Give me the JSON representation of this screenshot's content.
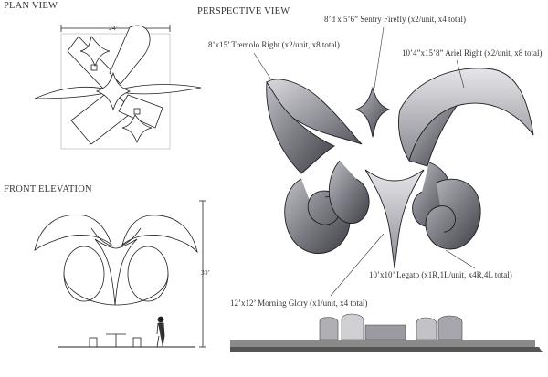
{
  "views": {
    "plan": "PLAN VIEW",
    "perspective": "PERSPECTIVE VIEW",
    "front": "FRONT ELEVATION"
  },
  "labels": {
    "firefly": "8’d x 5’6” Sentry Firefly (x2/unit, x4 total)",
    "tremolo": "8’x15’ Tremolo Right (x2/unit, x8 total)",
    "ariel": "10’4”x15’8” Ariel Right (x2/unit, x8 total)",
    "legato": "10’x10’ Legato (x1R,1L/unit, x4R,4L total)",
    "morning_glory": "12’x12’ Morning Glory (x1/unit, x4 total)"
  },
  "dimensions": {
    "plan_width": "24’",
    "elevation_height": "30’"
  },
  "colors": {
    "line": "#222222",
    "shade_dark": "#5a5a60",
    "shade_mid": "#8c8c94",
    "shade_light": "#c6c6cc",
    "ground": "#4a4a4a"
  }
}
